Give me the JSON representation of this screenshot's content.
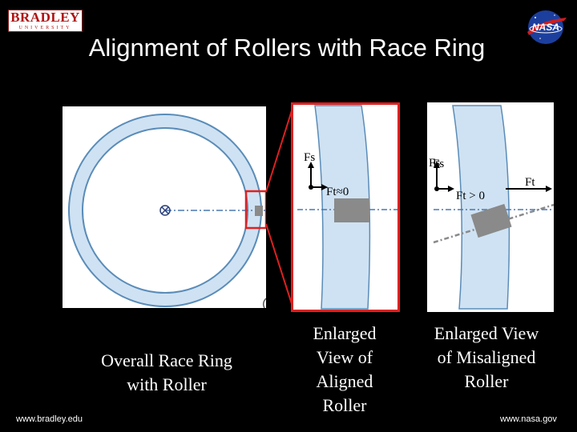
{
  "slide": {
    "title": "Alignment of Rollers with Race Ring",
    "logos": {
      "left": {
        "text": "BRADLEY",
        "subtext": "UNIVERSITY"
      },
      "right": {
        "text": "NASA"
      }
    },
    "panels": {
      "aligned": {
        "force_up_label": "Fs",
        "force_right_label": "Ft≈0"
      },
      "misaligned": {
        "force_up_label": "Fs",
        "force_up_label_overlap": "Fs",
        "force_small_label": "Ft > 0",
        "force_right_label": "Ft"
      }
    },
    "captions": {
      "overall": "Overall Race Ring with Roller",
      "aligned": "Enlarged View of Aligned Roller",
      "misaligned": "Enlarged View of Misaligned Roller"
    },
    "footer": {
      "left": "www.bradley.edu",
      "right": "www.nasa.gov"
    }
  },
  "colors": {
    "background": "#000000",
    "ring_fill": "#cfe2f3",
    "ring_stroke": "#5a8cb8",
    "highlight": "#e02020",
    "roller": "#8a8a8a"
  },
  "icons": [
    "center-mark-icon",
    "nasa-meatball-icon"
  ]
}
